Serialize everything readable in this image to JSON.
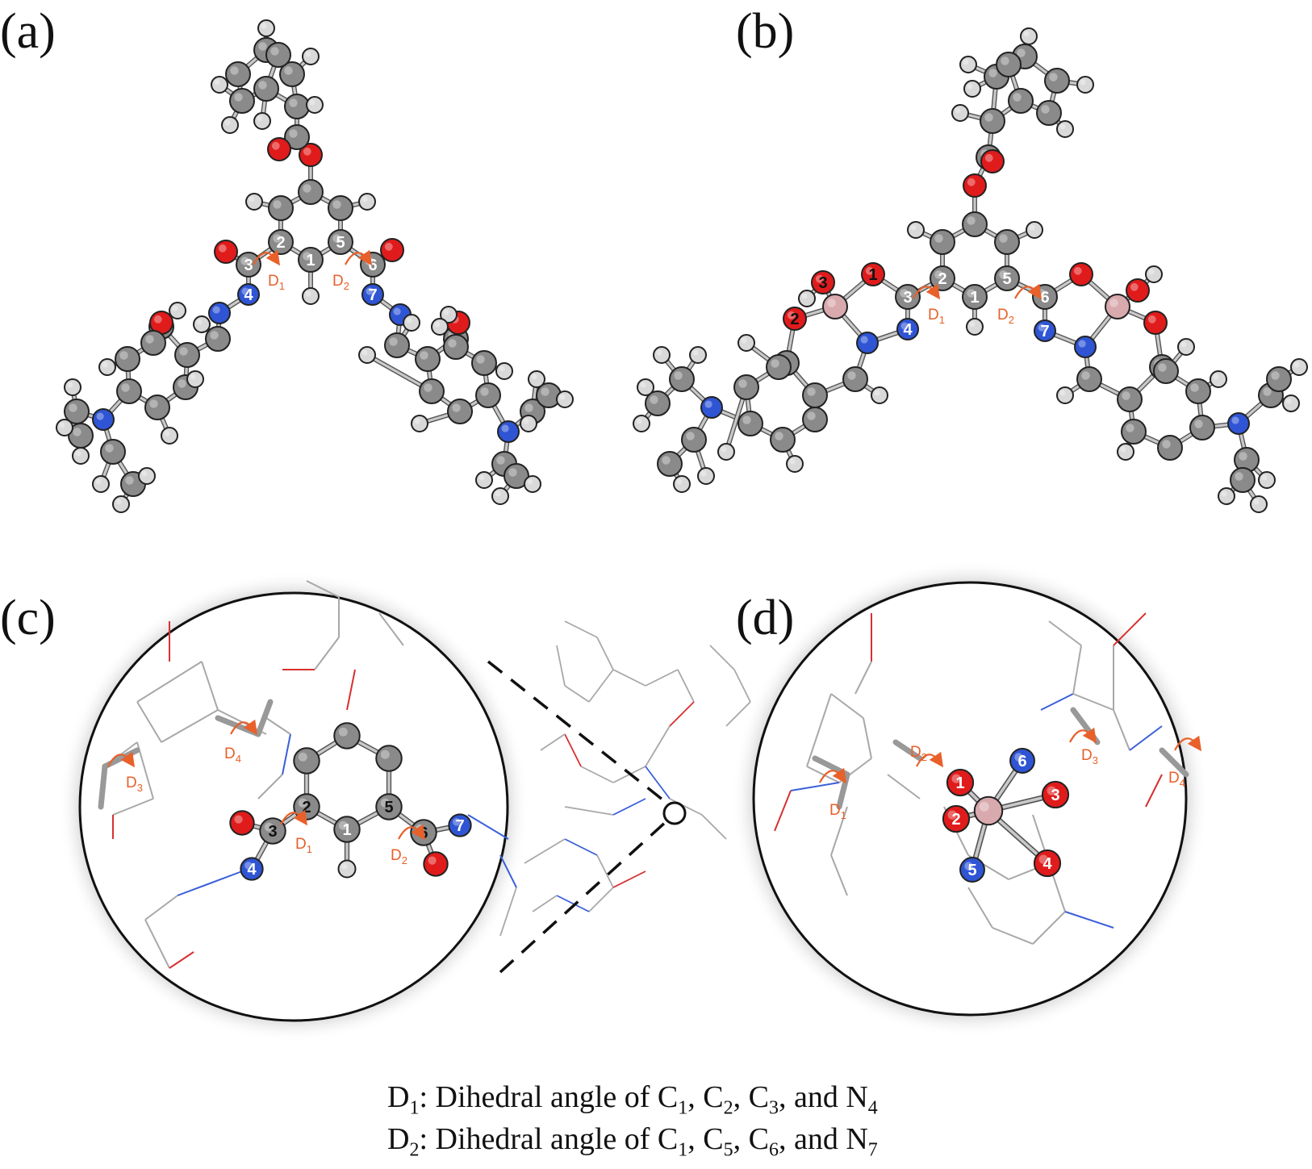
{
  "panels": {
    "a": "(a)",
    "b": "(b)",
    "c": "(c)",
    "d": "(d)"
  },
  "dihedral_labels": {
    "D1": "D",
    "D1_sub": "1",
    "D2": "D",
    "D2_sub": "2",
    "D3": "D",
    "D3_sub": "3",
    "D4": "D",
    "D4_sub": "4"
  },
  "atom_numbers": {
    "a": [
      "1",
      "2",
      "3",
      "4",
      "5",
      "6",
      "7"
    ],
    "b": [
      "1",
      "2",
      "3",
      "4",
      "5",
      "6",
      "7",
      "1",
      "2",
      "3"
    ],
    "c": [
      "1",
      "2",
      "3",
      "4",
      "5",
      "6",
      "7"
    ],
    "d": [
      "1",
      "2",
      "3",
      "4",
      "5",
      "6"
    ]
  },
  "legend": {
    "d1": {
      "prefix": "D",
      "prefix_sub": "1",
      "text": ": Dihedral angle of C",
      "s1": "1",
      "t1": ", C",
      "s2": "2",
      "t2": ", C",
      "s3": "3",
      "t3": ", and N",
      "s4": "4"
    },
    "d2": {
      "prefix": "D",
      "prefix_sub": "2",
      "text": ": Dihedral angle of C",
      "s1": "1",
      "t1": ", C",
      "s2": "5",
      "t2": ", C",
      "s3": "6",
      "t3": ", and N",
      "s4": "7"
    }
  },
  "colors": {
    "carbon": "#8a8a8a",
    "hydrogen": "#d9d9d9",
    "oxygen": "#e01b1b",
    "nitrogen": "#2f55d4",
    "metal": "#d8a9ad",
    "arrow": "#e8602a",
    "bond": "#999999",
    "wire_gray": "#a8a8a8",
    "wire_red": "#d93030",
    "wire_blue": "#3b5fd9"
  }
}
